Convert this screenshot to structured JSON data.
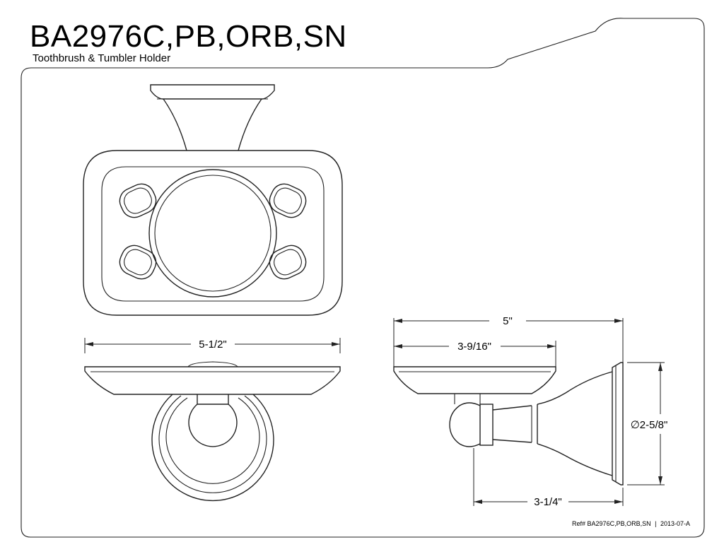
{
  "header": {
    "model_numbers": "BA2976C,PB,ORB,SN",
    "product_name": "Toothbrush & Tumbler Holder"
  },
  "dimensions": {
    "tray_width": "5-1/2\"",
    "overall_depth": "5\"",
    "tray_depth": "3-9/16\"",
    "flange_diameter": "∅2-5/8\"",
    "base_depth": "3-1/4\""
  },
  "footer": {
    "reference": "Ref# BA2976C,PB,ORB,SN",
    "separator": "|",
    "revision": "2013-07-A"
  }
}
